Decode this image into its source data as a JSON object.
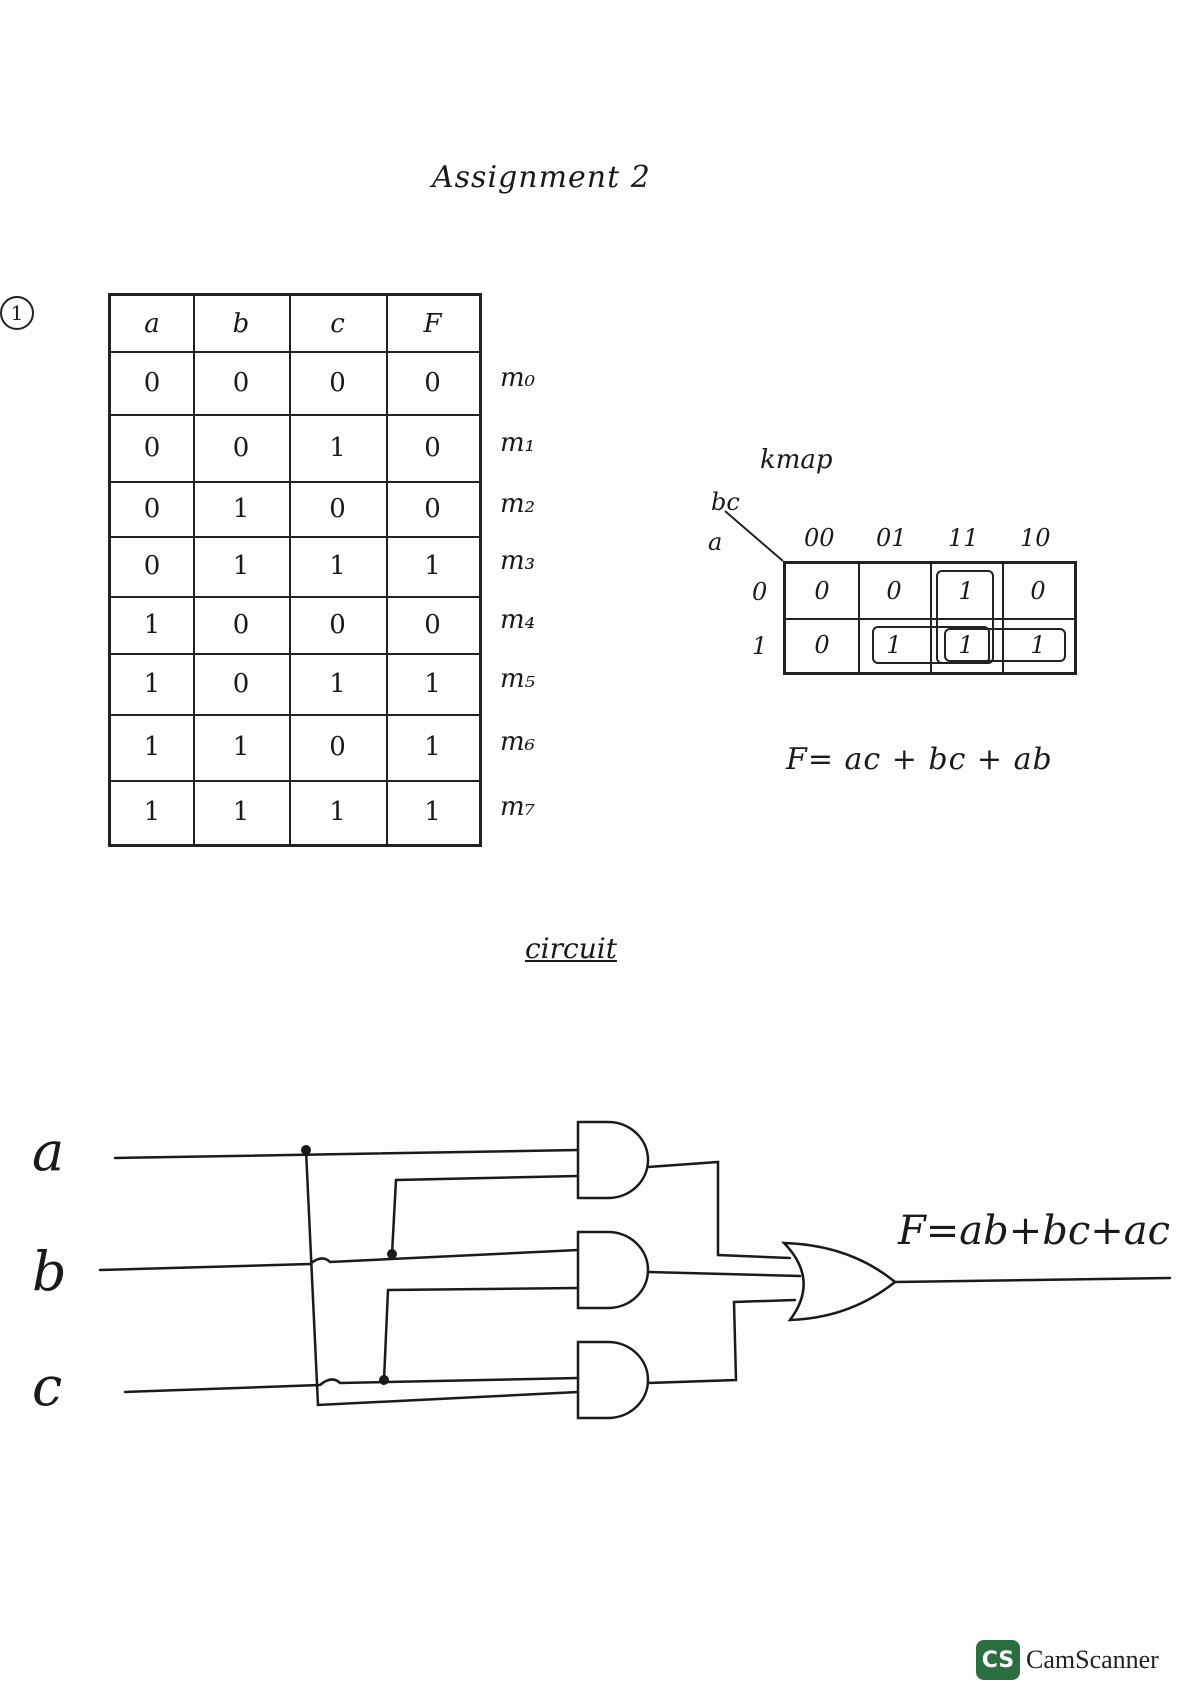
{
  "title": "Assignment 2",
  "question_number": "1",
  "truth_table": {
    "headers": [
      "a",
      "b",
      "c",
      "F"
    ],
    "rows": [
      [
        "0",
        "0",
        "0",
        "0"
      ],
      [
        "0",
        "0",
        "1",
        "0"
      ],
      [
        "0",
        "1",
        "0",
        "0"
      ],
      [
        "0",
        "1",
        "1",
        "1"
      ],
      [
        "1",
        "0",
        "0",
        "0"
      ],
      [
        "1",
        "0",
        "1",
        "1"
      ],
      [
        "1",
        "1",
        "0",
        "1"
      ],
      [
        "1",
        "1",
        "1",
        "1"
      ]
    ],
    "minterms": [
      "m₀",
      "m₁",
      "m₂",
      "m₃",
      "m₄",
      "m₅",
      "m₆",
      "m₇"
    ]
  },
  "kmap": {
    "title": "kmap",
    "col_var": "bc",
    "row_var": "a",
    "col_headers": [
      "00",
      "01",
      "11",
      "10"
    ],
    "row_headers": [
      "0",
      "1"
    ],
    "cells": [
      [
        "0",
        "0",
        "1",
        "0"
      ],
      [
        "0",
        "1",
        "1",
        "1"
      ]
    ],
    "expression": "F= ac + bc + ab"
  },
  "circuit": {
    "title": "circuit",
    "inputs": [
      "a",
      "b",
      "c"
    ],
    "output_expression": "F=ab+bc+ac"
  },
  "watermark": {
    "badge": "CS",
    "text": "CamScanner"
  }
}
